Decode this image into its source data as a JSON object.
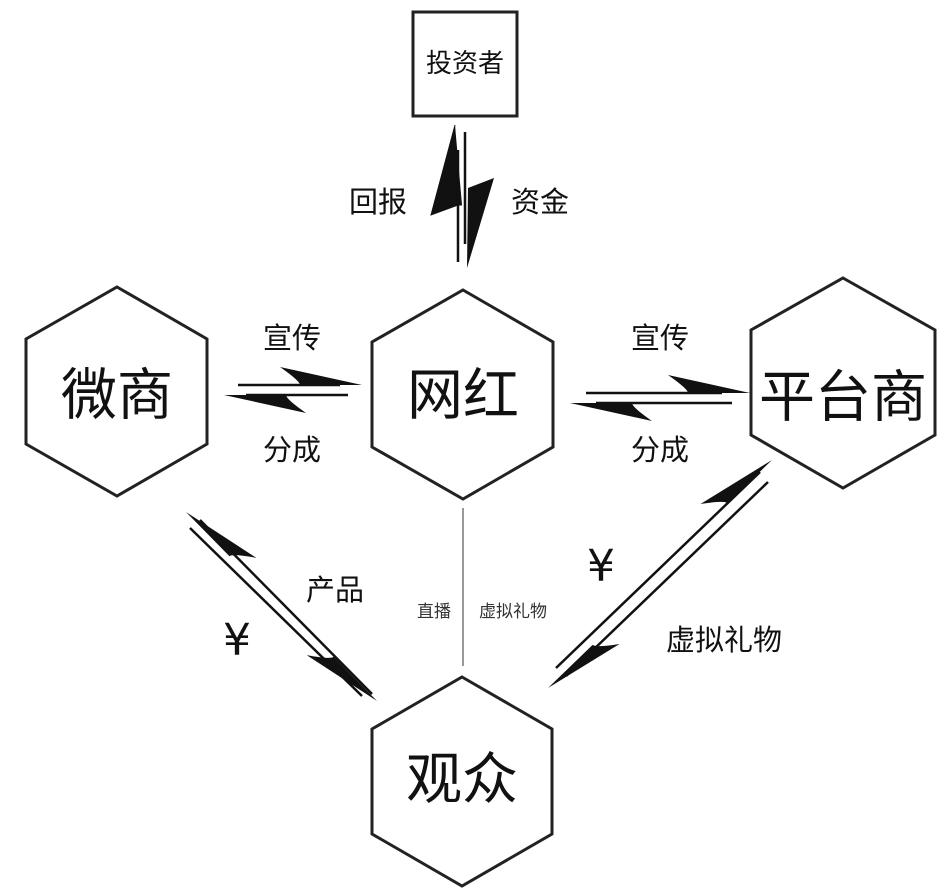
{
  "colors": {
    "stroke": "#222222",
    "fill": "#111111",
    "live_line": "#999999",
    "background": "#ffffff"
  },
  "nodes": {
    "investor": "投资者",
    "microbusiness": "微商",
    "influencer": "网红",
    "platform": "平台商",
    "audience": "观众"
  },
  "flows": {
    "investor_return": "回报",
    "investor_funds": "资金",
    "micro_promo": "宣传",
    "micro_share": "分成",
    "platform_promo": "宣传",
    "platform_share": "分成",
    "micro_product": "产品",
    "micro_yen": "¥",
    "platform_yen": "¥",
    "platform_gift": "虚拟礼物",
    "live_stream": "直播",
    "live_gift": "虚拟礼物"
  }
}
